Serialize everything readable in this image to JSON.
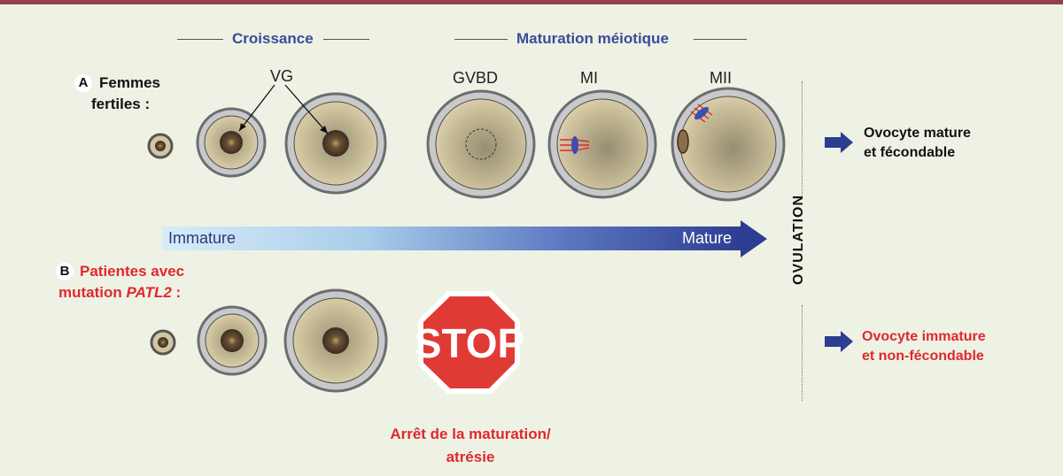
{
  "headers": {
    "growth": "Croissance",
    "maturation": "Maturation méiotique"
  },
  "stages": {
    "vg": "VG",
    "gvbd": "GVBD",
    "mi": "MI",
    "mii": "MII"
  },
  "row_a": {
    "letter": "A",
    "line1": "Femmes",
    "line2": "fertiles :",
    "outcome_line1": "Ovocyte mature",
    "outcome_line2": "et fécondable"
  },
  "row_b": {
    "letter": "B",
    "line1": "Patientes avec",
    "line2_prefix": "mutation ",
    "line2_gene": "PATL2",
    "line2_suffix": " :",
    "outcome_line1": "Ovocyte immature",
    "outcome_line2": "et non-fécondable"
  },
  "gradient_arrow": {
    "left_label": "Immature",
    "right_label": "Mature"
  },
  "ovulation": "OVULATION",
  "stop_sign": "STOP",
  "arrest_caption": {
    "line1": "Arrêt de la maturation/",
    "line2": "atrésie"
  },
  "colors": {
    "header_blue": "#3a4a9a",
    "alert_red": "#e0282e",
    "arrow_dark": "#2d3d92",
    "arrow_light": "#d8ecf8",
    "stop_red": "#e03a35",
    "background": "#eef2e4"
  }
}
